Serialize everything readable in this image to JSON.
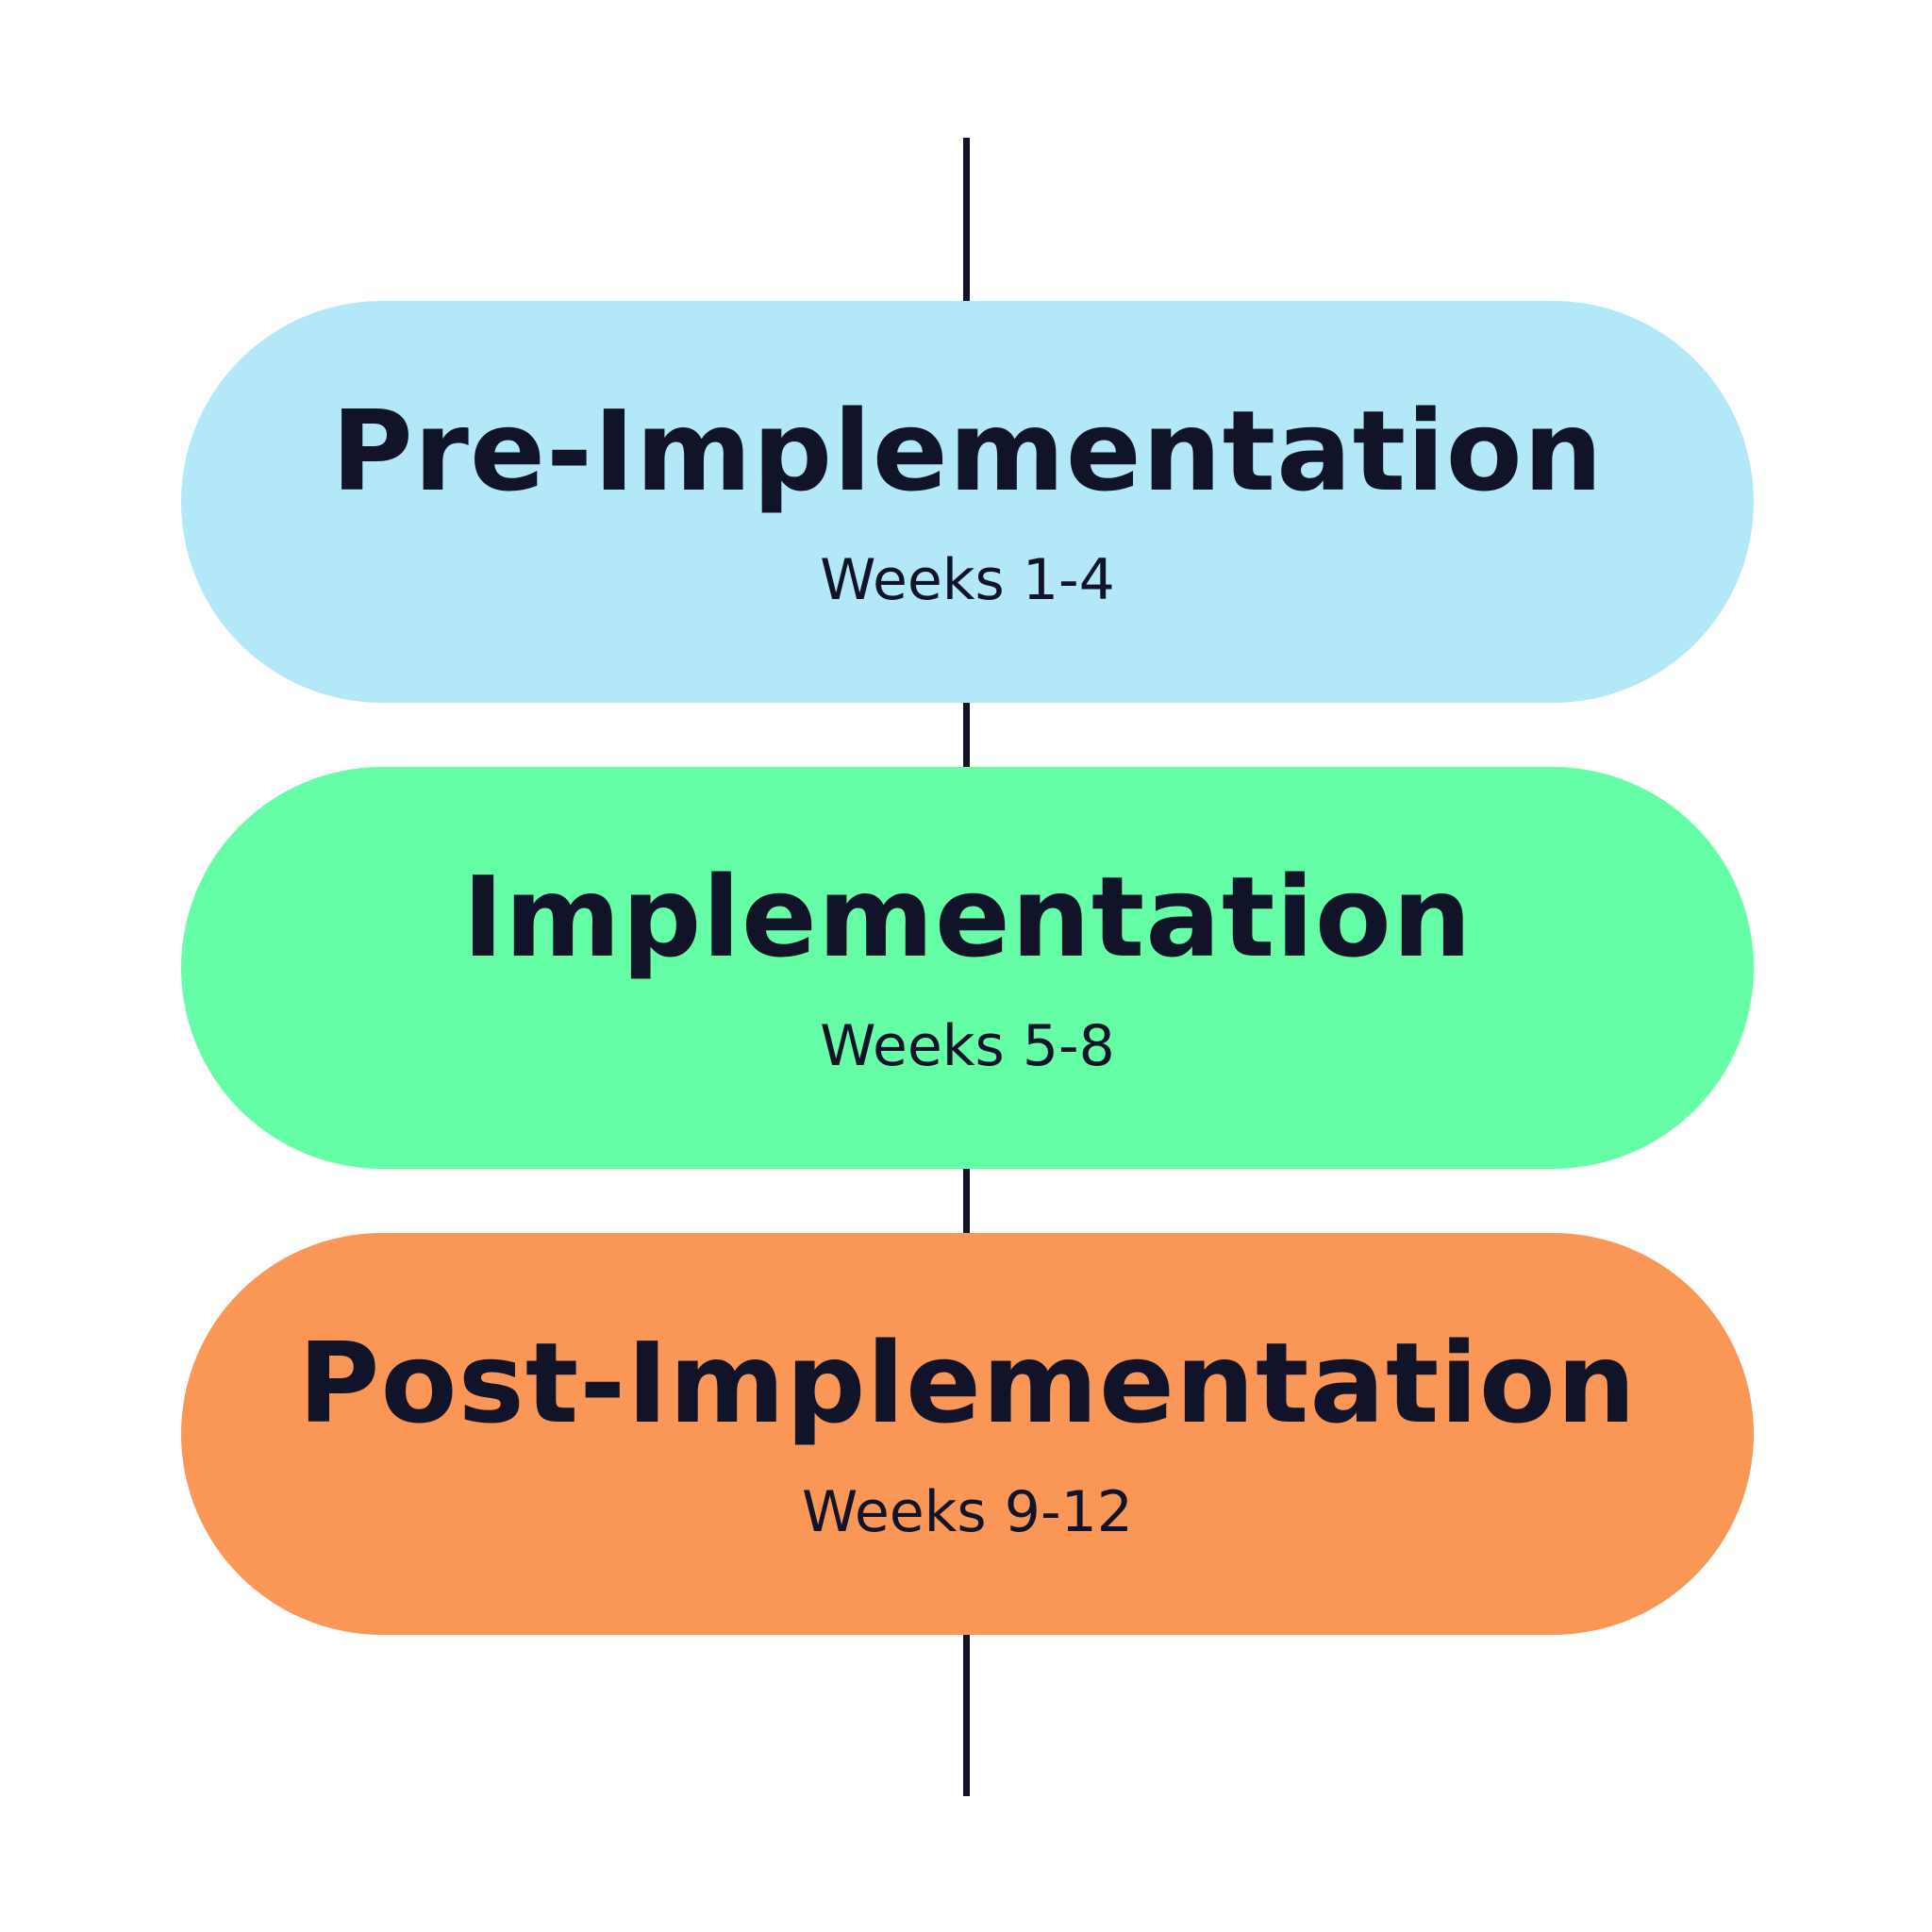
{
  "phases": [
    {
      "title": "Pre-Implementation",
      "weeks": "Weeks 1-4",
      "color": "#B3E8F8"
    },
    {
      "title": "Implementation",
      "weeks": "Weeks 5-8",
      "color": "#65FDA6"
    },
    {
      "title": "Post-Implementation",
      "weeks": "Weeks 9-12",
      "color": "#FA9656"
    }
  ],
  "colors": {
    "line": "#101426",
    "text": "#111428",
    "background": "#FFFFFF"
  }
}
